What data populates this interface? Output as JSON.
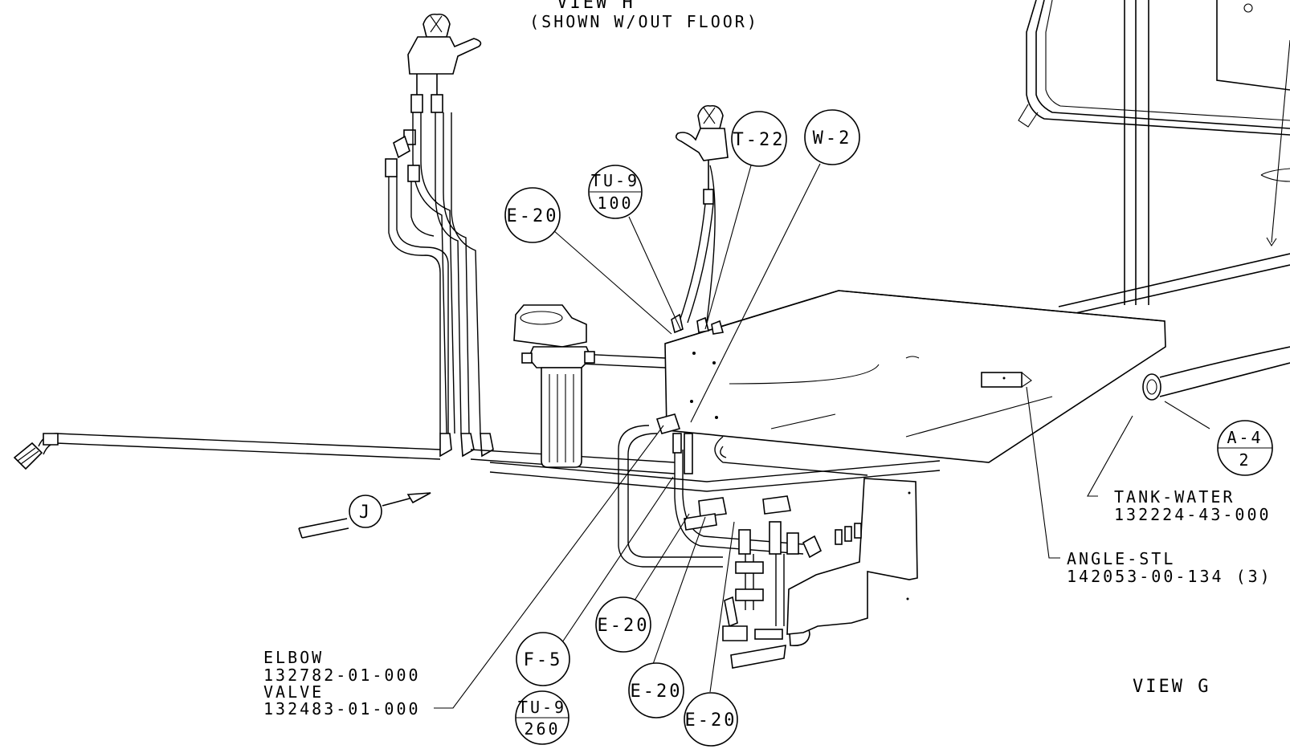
{
  "drawing": {
    "view_h_title": "VIEW H",
    "view_h_subtitle": "(SHOWN W/OUT FLOOR)",
    "view_g_title": "VIEW G",
    "view_marker": "J"
  },
  "balloons": [
    {
      "id": "e20-top",
      "single": "E-20"
    },
    {
      "id": "tu9-100",
      "top": "TU-9",
      "bottom": "100"
    },
    {
      "id": "t22",
      "single": "T-22"
    },
    {
      "id": "w2",
      "single": "W-2"
    },
    {
      "id": "a4-2",
      "top": "A-4",
      "bottom": "2"
    },
    {
      "id": "e20-mid",
      "single": "E-20"
    },
    {
      "id": "f5",
      "single": "F-5"
    },
    {
      "id": "tu9-260",
      "top": "TU-9",
      "bottom": "260"
    },
    {
      "id": "e20-low",
      "single": "E-20"
    },
    {
      "id": "e20-bottom",
      "single": "E-20"
    }
  ],
  "callouts": {
    "tank_name": "TANK-WATER",
    "tank_part": "132224-43-000",
    "angle_name": "ANGLE-STL",
    "angle_part": "142053-00-134 (3)",
    "elbow_name": "ELBOW",
    "elbow_part": "132782-01-000",
    "valve_name": "VALVE",
    "valve_part": "132483-01-000"
  }
}
